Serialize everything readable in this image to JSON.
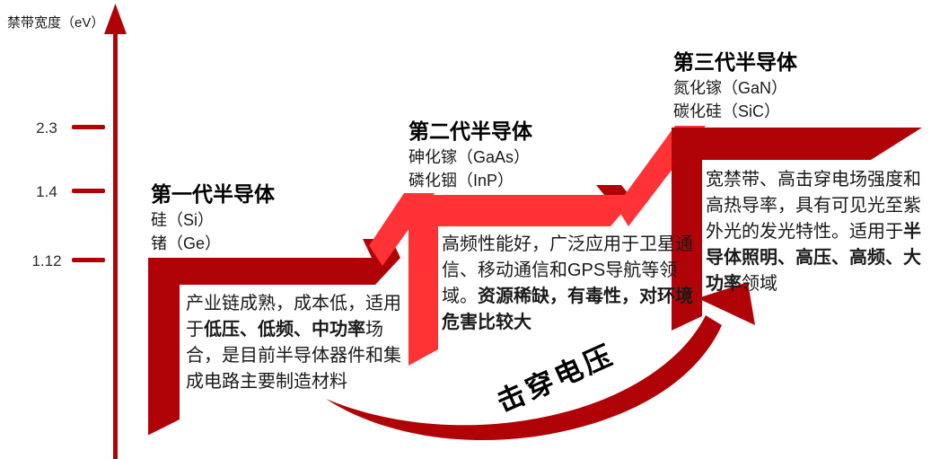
{
  "axis": {
    "label": "禁带宽度（eV）",
    "ticks": [
      "2.3",
      "1.4",
      "1.12"
    ]
  },
  "generations": [
    {
      "title": "第一代半导体",
      "materials": [
        "硅（Si）",
        "锗（Ge）"
      ],
      "desc": {
        "pre": "产业链成熟，成本低，适用于",
        "bold": "低压、低频、中功率",
        "post": "场合，是目前半导体器件和集成电路主要制造材料"
      }
    },
    {
      "title": "第二代半导体",
      "materials": [
        "砷化镓（GaAs）",
        "磷化铟（InP）"
      ],
      "desc": {
        "pre": "高频性能好，广泛应用于卫星通信、移动通信和GPS导航等领域。",
        "bold": "资源稀缺，有毒性，对环境危害比较大",
        "post": ""
      }
    },
    {
      "title": "第三代半导体",
      "materials": [
        "氮化镓（GaN）",
        "碳化硅（SiC）"
      ],
      "desc": {
        "pre": "宽禁带、高击穿电场强度和高热导率，具有可见光至紫外光的发光特性。适用于",
        "bold": "半导体照明、高压、高频、大功率",
        "post": "领域"
      }
    }
  ],
  "annotation": {
    "label": "击穿电压"
  },
  "colors": {
    "dark_red": "#b00308",
    "bright_red": "#ff3335"
  }
}
